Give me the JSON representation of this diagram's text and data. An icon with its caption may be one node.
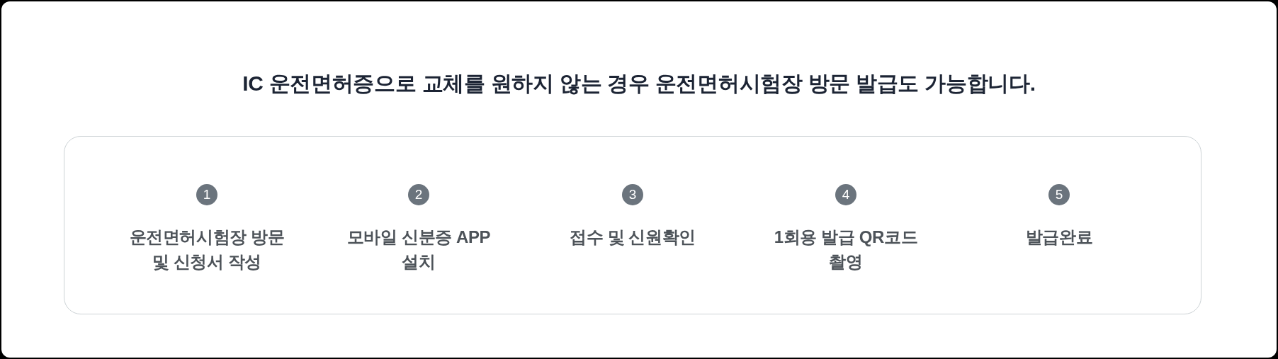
{
  "diagram": {
    "title": "IC 운전면허증으로 교체를 원하지 않는 경우 운전면허시험장 방문 발급도 가능합니다.",
    "nodes": [
      {
        "text": [],
        "shape": "box"
      },
      {
        "text": [
          "1"
        ],
        "in": 0,
        "beside": [
          "운전면허시험장 방문 및 신청서 작성"
        ]
      },
      {
        "text": [
          "2"
        ],
        "in": 0,
        "beside": [
          "모바일 신분증 APP 설치"
        ]
      },
      {
        "text": [
          "3"
        ],
        "in": 0,
        "beside": [
          "접수 및 신원확인"
        ]
      },
      {
        "text": [
          "4"
        ],
        "in": 0,
        "beside": [
          "1회용 발급 QR코드 촬영"
        ]
      },
      {
        "text": [
          "5"
        ],
        "in": 0,
        "beside": [
          "발급완료"
        ]
      }
    ]
  }
}
